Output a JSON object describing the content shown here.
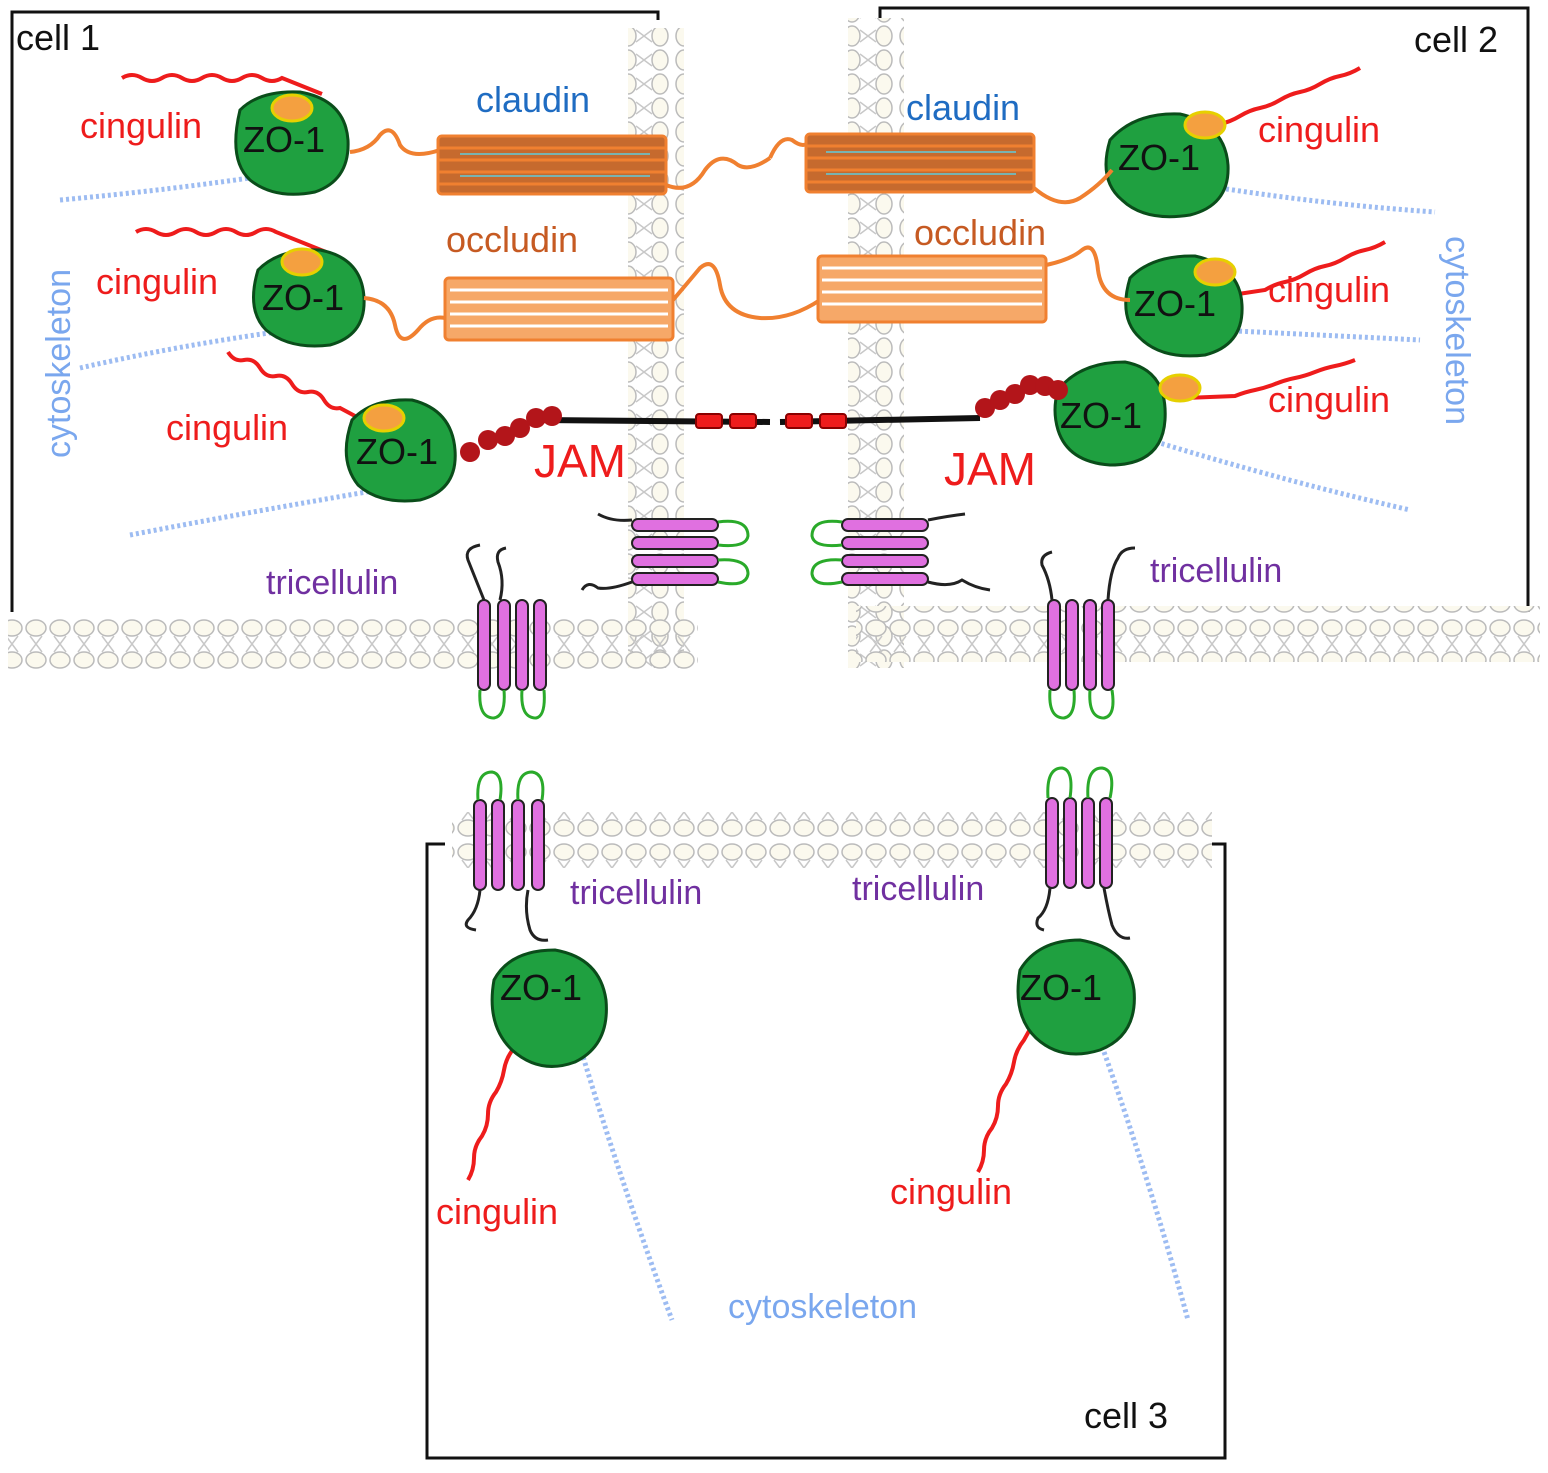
{
  "cells": {
    "cell1": "cell 1",
    "cell2": "cell 2",
    "cell3": "cell 3"
  },
  "labels": {
    "claudin": "claudin",
    "occludin": "occludin",
    "jam": "JAM",
    "tricellulin": "tricellulin",
    "cingulin": "cingulin",
    "zo1": "ZO-1",
    "cytoskeleton": "cytoskeleton"
  },
  "colors": {
    "zo1_fill": "#1fa040",
    "membrane": "#d8d8d8",
    "cingulin": "#ee1c1c",
    "claudin": "#c65a22",
    "occludin": "#f08030",
    "tricellulin": "#e070e0",
    "loop": "#2aaa2a",
    "cytoskeleton": "#7aa7ee"
  }
}
